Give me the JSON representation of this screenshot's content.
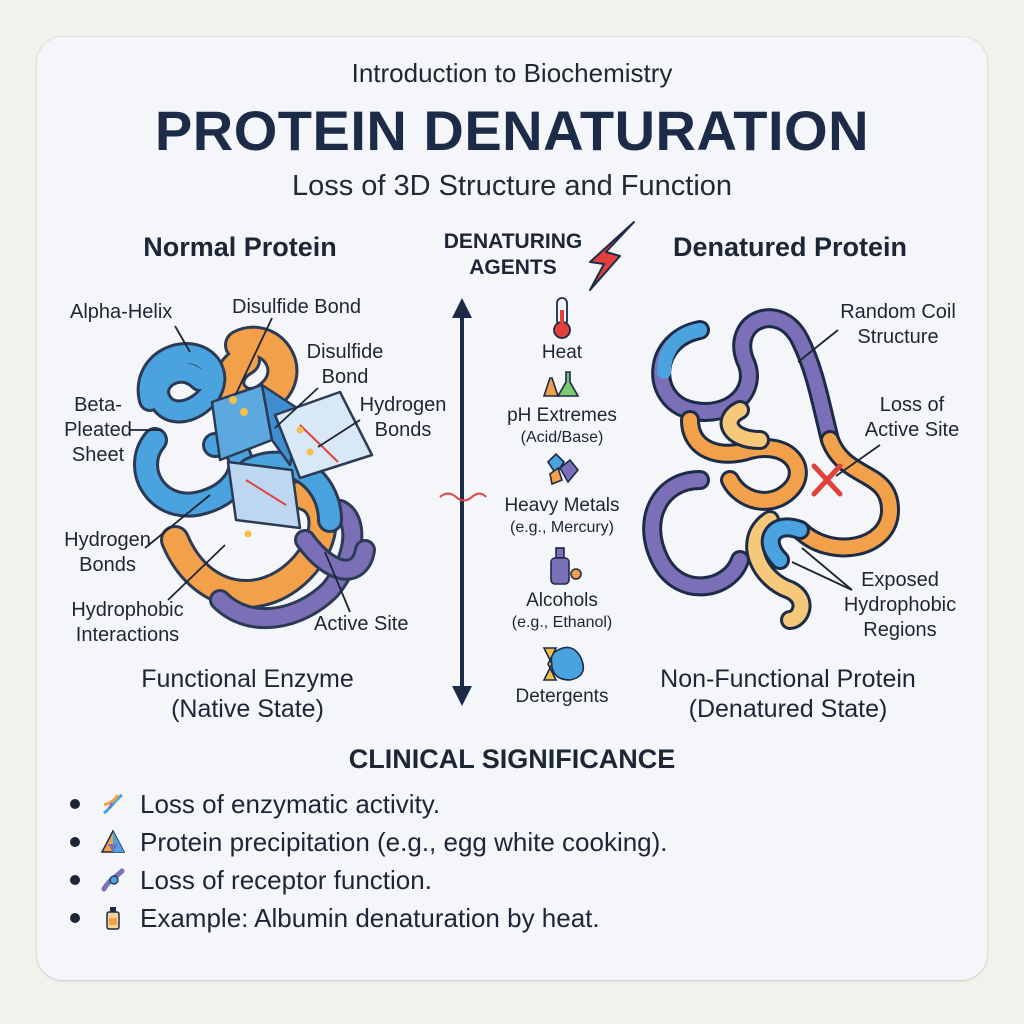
{
  "header": {
    "course": "Introduction to Biochemistry",
    "title": "PROTEIN DENATURATION",
    "subtitle": "Loss of 3D Structure and Function"
  },
  "normal": {
    "heading": "Normal Protein",
    "labels": {
      "alpha_helix": "Alpha-Helix",
      "disulfide_1": "Disulfide Bond",
      "disulfide_2": "Disulfide\nBond",
      "beta_sheet": "Beta-\nPleated\nSheet",
      "hydrogen_right": "Hydrogen\nBonds",
      "hydrogen_left": "Hydrogen\nBonds",
      "hydrophobic": "Hydrophobic\nInteractions",
      "active_site": "Active Site"
    },
    "caption": "Functional Enzyme\n(Native State)"
  },
  "agents": {
    "heading": "DENATURING\nAGENTS",
    "items": [
      {
        "name": "Heat",
        "sub": "",
        "icon": "thermometer-icon"
      },
      {
        "name": "pH Extremes",
        "sub": "(Acid/Base)",
        "icon": "flask-icon"
      },
      {
        "name": "Heavy Metals",
        "sub": "(e.g., Mercury)",
        "icon": "metal-crystal-icon"
      },
      {
        "name": "Alcohols",
        "sub": "(e.g., Ethanol)",
        "icon": "bottle-icon"
      },
      {
        "name": "Detergents",
        "sub": "",
        "icon": "detergent-icon"
      }
    ]
  },
  "denatured": {
    "heading": "Denatured Protein",
    "labels": {
      "random_coil": "Random Coil\nStructure",
      "loss_active": "Loss of\nActive Site",
      "exposed": "Exposed\nHydrophobic\nRegions"
    },
    "caption": "Non-Functional Protein\n(Denatured State)"
  },
  "clinical": {
    "heading": "CLINICAL SIGNIFICANCE",
    "items": [
      {
        "text": "Loss of enzymatic activity.",
        "icon": "dna-icon"
      },
      {
        "text": "Protein precipitation (e.g., egg white cooking).",
        "icon": "triangle-crystal-icon"
      },
      {
        "text": "Loss of receptor function.",
        "icon": "receptor-icon"
      },
      {
        "text": "Example: Albumin denaturation by heat.",
        "icon": "vial-icon"
      }
    ]
  },
  "colors": {
    "blue": "#4aa3df",
    "orange": "#f2a14a",
    "purple": "#7b6fb8",
    "navy": "#1c2b47",
    "red": "#e0413a"
  }
}
